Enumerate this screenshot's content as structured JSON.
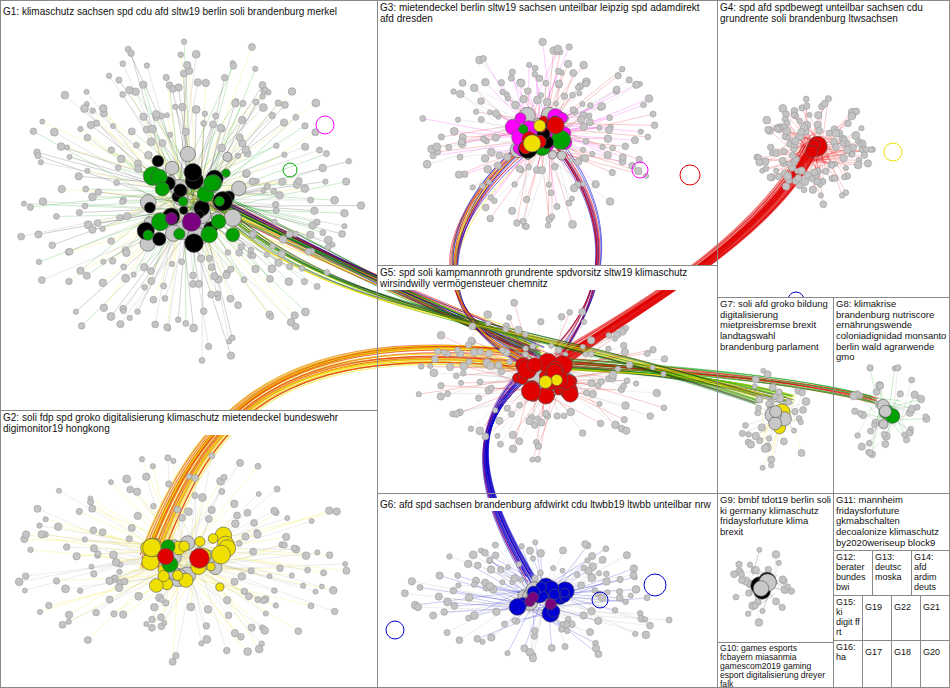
{
  "diagram": {
    "nodes": [
      {
        "text": [
          "G1: klimaschutz sachsen spd cdu afd sltw19 berlin soli brandenburg merkel"
        ]
      },
      {
        "text": [
          "G2: soli fdp spd groko digitalisierung klimaschutz mietendeckel bundeswehr digimonitor19 hongkong"
        ]
      },
      {
        "text": [
          "G3: mietendeckel berlin sltw19 sachsen unteilbar leipzig spd adamdirekt afd dresden"
        ]
      },
      {
        "text": [
          "G4: spd afd spdbewegt unteilbar sachsen cdu grundrente soli brandenburg ltwsachsen"
        ]
      },
      {
        "text": [
          "G5: spd soli kampmannroth grundrente spdvorsitz sltw19 klimaschutz wirsindwilly vermögensteuer chemnitz"
        ]
      },
      {
        "text": [
          "G6: afd spd sachsen brandenburg afdwirkt cdu ltwbb19 ltwbb unteilbar nrw"
        ]
      },
      {
        "text": [
          "G7: soli afd groko bildung digitalisierung mietpreisbremse brexit landtagswahl brandenburg parlament"
        ]
      },
      {
        "text": [
          "G8: klimakrise brandenburg nutriscore ernährungswende coloniadignidad monsanto berlin wald agrarwende gmo"
        ]
      },
      {
        "text": [
          "G9: bmbf tdot19 berlin soli ki germany klimaschutz fridaysforfuture klima brexit"
        ]
      },
      {
        "text": [
          "G10: games esports fcbayern miasanmia gamescom2019 gaming esport digitalisierung dreyer falk"
        ]
      },
      {
        "text": [
          "G11: mannheim fridaysforfuture gkmabschalten decoalonize klimaschutz by2020weriseup block9"
        ]
      },
      {
        "text": [
          "G12: berater bundes bwi"
        ]
      },
      {
        "text": [
          "G13: deutsc moska"
        ]
      },
      {
        "text": [
          "G14: afd ardim deuts"
        ]
      },
      {
        "text": [
          "G15: ki digit ff rt"
        ]
      },
      {
        "text": [
          "G19"
        ]
      },
      {
        "text": [
          "G22"
        ]
      },
      {
        "text": [
          "G21"
        ]
      },
      {
        "text": [
          "G16: ha"
        ]
      },
      {
        "text": [
          "G17"
        ]
      },
      {
        "text": [
          "G18"
        ]
      },
      {
        "text": [
          "G20"
        ]
      }
    ]
  }
}
